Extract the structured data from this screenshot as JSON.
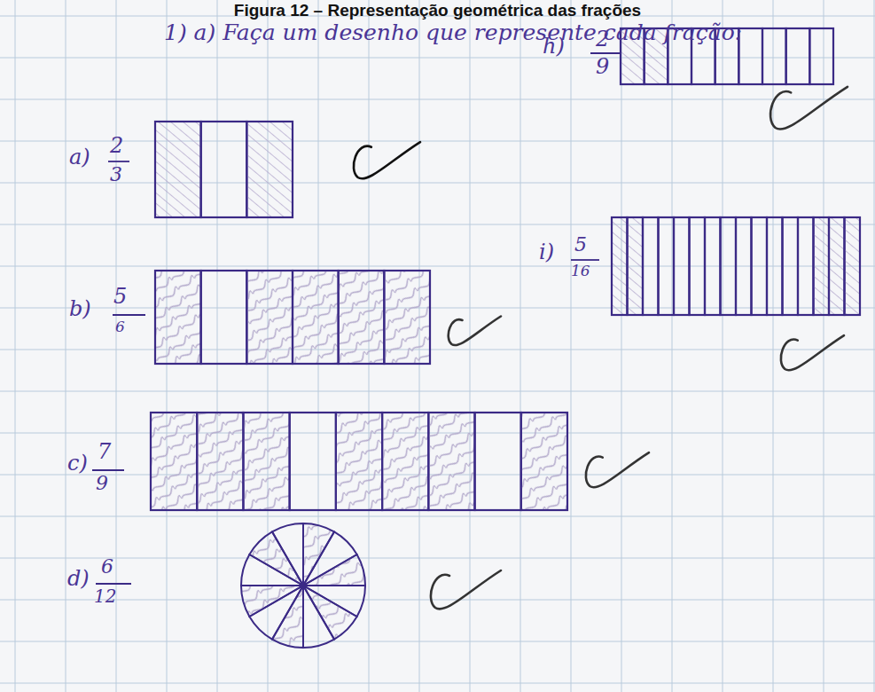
{
  "diagram": {
    "title": "Figura 12 – Representação geométrica das frações",
    "labels": [
      "1) a) Faça um desenho que represente cada fração:",
      "a)",
      "2",
      "3",
      "b)",
      "5",
      "6",
      "c)",
      "7",
      "9",
      "d)",
      "6",
      "12",
      "h)",
      "2",
      "9",
      "i)",
      "5",
      "16"
    ]
  }
}
